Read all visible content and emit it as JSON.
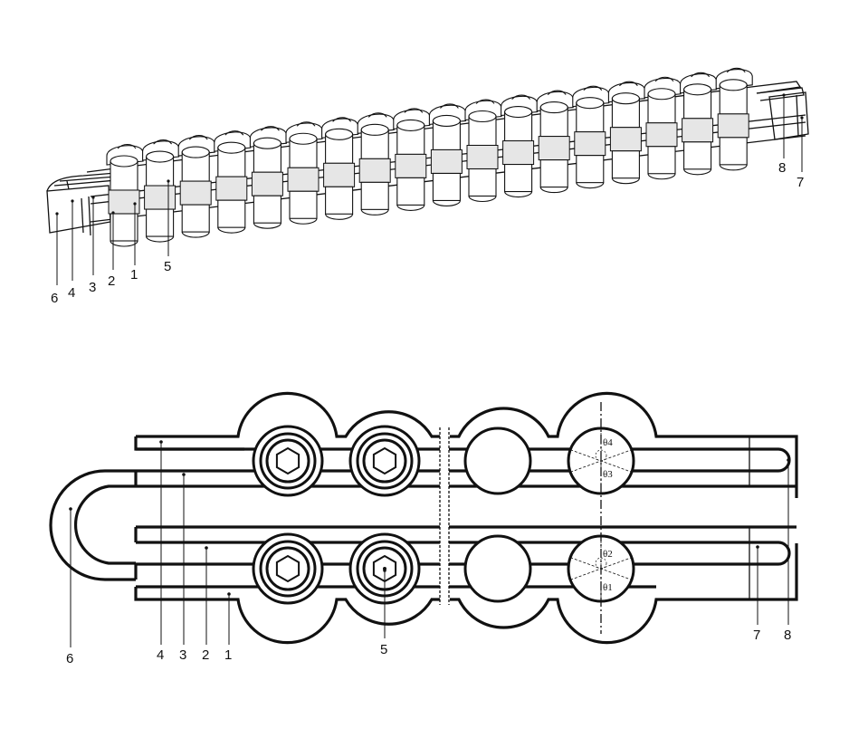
{
  "colors": {
    "ink": "#111111",
    "background": "#ffffff",
    "iso_fill": "#ffffff",
    "iso_shade": "#e6e6e6"
  },
  "top_view": {
    "labels": {
      "l6": "6",
      "l4": "4",
      "l3": "3",
      "l2": "2",
      "l1": "1",
      "l5": "5",
      "l8": "8",
      "l7": "7"
    },
    "unit_count": 18
  },
  "bottom_view": {
    "labels": {
      "l6": "6",
      "l4": "4",
      "l3": "3",
      "l2": "2",
      "l1": "1",
      "l5": "5",
      "l7": "7",
      "l8": "8"
    },
    "angles": {
      "upper_top": "θ4",
      "upper_bottom": "θ3",
      "lower_top": "θ2",
      "lower_bottom": "θ1"
    }
  }
}
